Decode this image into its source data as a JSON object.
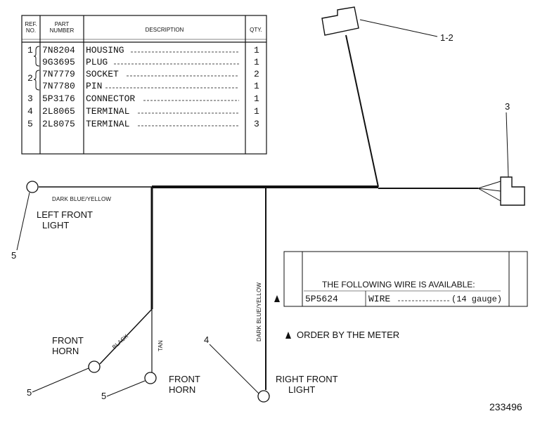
{
  "table": {
    "headers": {
      "ref": [
        "REF.",
        "NO."
      ],
      "part": [
        "PART",
        "NUMBER"
      ],
      "description": "DESCRIPTION",
      "qty": "QTY."
    },
    "rows": [
      {
        "ref": "1",
        "part": "7N8204",
        "description": "HOUSING",
        "qty": "1"
      },
      {
        "ref": "",
        "part": "9G3695",
        "description": "PLUG",
        "qty": "1"
      },
      {
        "ref": "2",
        "part": "7N7779",
        "description": "SOCKET",
        "qty": "2"
      },
      {
        "ref": "",
        "part": "7N7780",
        "description": "PIN",
        "qty": "1"
      },
      {
        "ref": "3",
        "part": "5P3176",
        "description": "CONNECTOR",
        "qty": "1"
      },
      {
        "ref": "4",
        "part": "2L8065",
        "description": "TERMINAL",
        "qty": "1"
      },
      {
        "ref": "5",
        "part": "2L8075",
        "description": "TERMINAL",
        "qty": "3"
      }
    ]
  },
  "callouts": {
    "c12": "1-2",
    "c3": "3",
    "c5_left": "5",
    "c5_horn1": "5",
    "c5_horn2": "5",
    "c4": "4"
  },
  "wire_labels": {
    "main": "DARK BLUE/YELLOW",
    "vertical_right": "DARK BLUE/YELLOW",
    "black": "BLACK",
    "tan": "TAN"
  },
  "components": {
    "left_front_light": [
      "LEFT FRONT",
      "LIGHT"
    ],
    "front_horn_1": [
      "FRONT",
      "HORN"
    ],
    "front_horn_2": [
      "FRONT",
      "HORN"
    ],
    "right_front_light": [
      "RIGHT FRONT",
      "LIGHT"
    ]
  },
  "wire_box": {
    "heading": "THE FOLLOWING WIRE IS AVAILABLE:",
    "part": "5P5624",
    "description": "WIRE",
    "gauge": "(14 gauge)"
  },
  "note": "ORDER BY THE METER",
  "drawing_number": "233496"
}
